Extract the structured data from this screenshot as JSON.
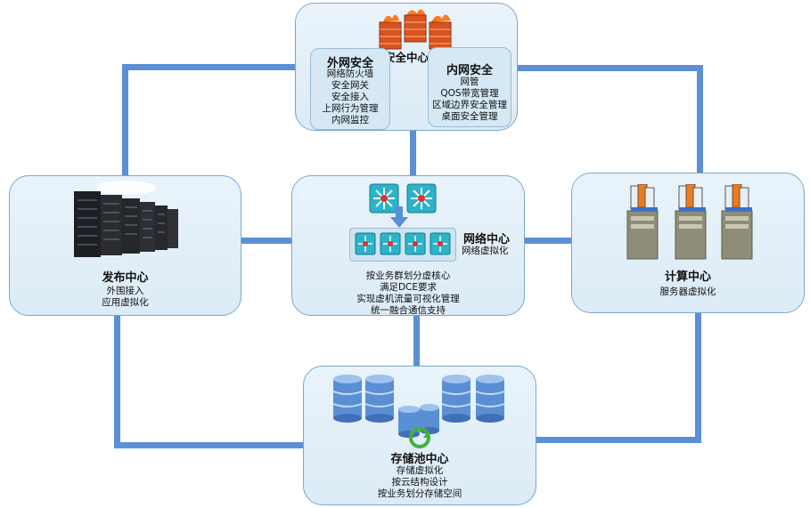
{
  "security": {
    "title": "安全中心",
    "outer": {
      "title": "外网安全",
      "items": [
        "网络防火墙",
        "安全网关",
        "安全接入",
        "上网行为管理",
        "内网监控"
      ]
    },
    "inner": {
      "title": "内网安全",
      "items": [
        "网管",
        "QOS带宽管理",
        "区域边界安全管理",
        "桌面安全管理"
      ]
    }
  },
  "publish": {
    "title": "发布中心",
    "items": [
      "外围接入",
      "应用虚拟化"
    ]
  },
  "network": {
    "title": "网络中心",
    "subtitle": "网络虚拟化",
    "items": [
      "按业务群划分虚核心",
      "满足DCE要求",
      "实现虚机流量可视化管理",
      "统一融合通信支持"
    ]
  },
  "compute": {
    "title": "计算中心",
    "items": [
      "服务器虚拟化"
    ]
  },
  "storage": {
    "title": "存储池中心",
    "items": [
      "存储虚拟化",
      "按云结构设计",
      "按业务划分存储空间"
    ]
  },
  "colors": {
    "connector": "#5b8fd6",
    "panel_border": "#7aa8cf",
    "panel_fill": "#e3f0f9"
  }
}
